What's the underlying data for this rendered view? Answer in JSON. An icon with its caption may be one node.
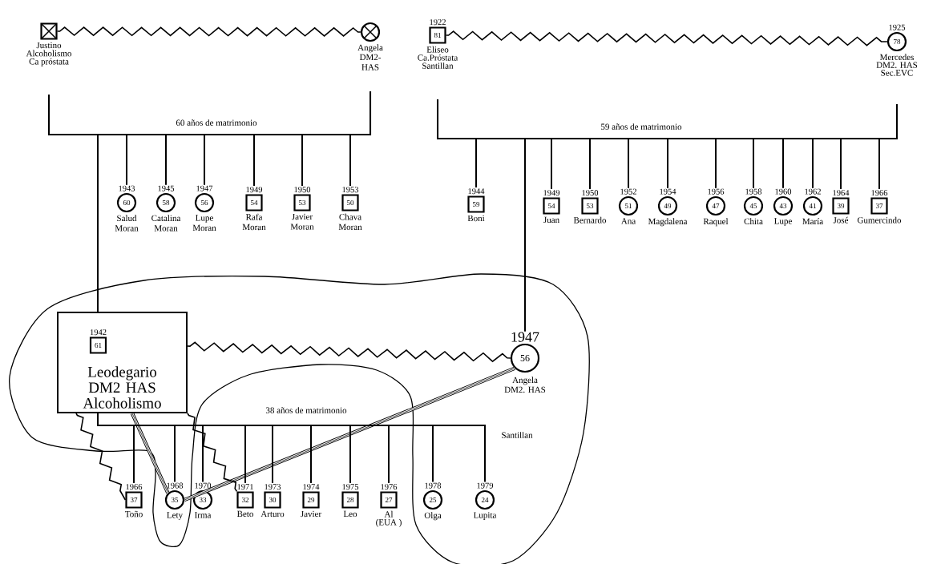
{
  "diagram": {
    "nodes": [
      {
        "text": [],
        "shape": "box",
        "beside": [
          "Justino",
          "Alcoholismo",
          "Ca próstata"
        ]
      },
      {
        "text": [],
        "shape": "circle",
        "beside": [
          "Angela",
          "DM2- HAS"
        ]
      },
      {
        "text": [
          "81"
        ],
        "beside": [
          "1922",
          "Eliseo",
          "Ca.Próstata",
          "Santillan"
        ]
      },
      {
        "text": [
          "78"
        ],
        "beside": [
          "1925",
          "Mercedes",
          "DM2. HAS",
          "Sec.EVC"
        ]
      },
      {
        "text": [
          "60"
        ],
        "beside": [
          "1943",
          "Salud Moran"
        ]
      },
      {
        "text": [
          "58"
        ],
        "beside": [
          "1945",
          "Catalina Moran"
        ]
      },
      {
        "text": [
          "56"
        ],
        "beside": [
          "1947",
          "Lupe Moran"
        ]
      },
      {
        "text": [
          "54"
        ],
        "beside": [
          "1949",
          "Rafa Moran"
        ]
      },
      {
        "text": [
          "53"
        ],
        "beside": [
          "1950",
          "Javier Moran"
        ]
      },
      {
        "text": [
          "50"
        ],
        "beside": [
          "1953",
          "Chava Moran"
        ]
      },
      {
        "text": [
          "59"
        ],
        "beside": [
          "1944",
          "Boni"
        ]
      },
      {
        "text": [
          "54"
        ],
        "beside": [
          "1949",
          "Juan"
        ]
      },
      {
        "text": [
          "53"
        ],
        "beside": [
          "1950",
          "Bernardo"
        ]
      },
      {
        "text": [
          "51"
        ],
        "beside": [
          "1952",
          "Ana"
        ]
      },
      {
        "text": [
          "49"
        ],
        "beside": [
          "1954",
          "Magdalena"
        ]
      },
      {
        "text": [
          "47"
        ],
        "beside": [
          "1956",
          "Raquel"
        ]
      },
      {
        "text": [
          "45"
        ],
        "beside": [
          "1958",
          "Chita"
        ]
      },
      {
        "text": [
          "43"
        ],
        "beside": [
          "1960",
          "Lupe"
        ]
      },
      {
        "text": [
          "41"
        ],
        "beside": [
          "1962",
          "María"
        ]
      },
      {
        "text": [
          "39"
        ],
        "beside": [
          "1964",
          "José"
        ]
      },
      {
        "text": [
          "37"
        ],
        "beside": [
          "1966",
          "Gumercindo"
        ]
      },
      {
        "text": [
          "Leodegario DM2 HAS Alcoholismo"
        ]
      },
      {
        "text": [
          "61"
        ],
        "in": 21,
        "beside": [
          "1942"
        ]
      },
      {
        "text": [
          "56"
        ],
        "beside": [
          "1947",
          "Angela",
          "DM2. HAS"
        ]
      },
      {
        "text": [
          "37"
        ],
        "beside": [
          "1966",
          "Toño"
        ]
      },
      {
        "text": [
          "35"
        ],
        "beside": [
          "1968",
          "Lety"
        ]
      },
      {
        "text": [
          "33"
        ],
        "beside": [
          "1970",
          "Irma"
        ]
      },
      {
        "text": [
          "32"
        ],
        "beside": [
          "1971",
          "Beto"
        ]
      },
      {
        "text": [
          "30"
        ],
        "beside": [
          "1973",
          "Arturo"
        ]
      },
      {
        "text": [
          "29"
        ],
        "beside": [
          "1974",
          "Javier"
        ]
      },
      {
        "text": [
          "28"
        ],
        "beside": [
          "1975",
          "Leo"
        ]
      },
      {
        "text": [
          "27"
        ],
        "beside": [
          "1976",
          "Al",
          "(EUA )"
        ]
      },
      {
        "text": [
          "25"
        ],
        "beside": [
          "1978",
          "Olga"
        ]
      },
      {
        "text": [
          "24"
        ],
        "beside": [
          "1979",
          "Lupita"
        ]
      }
    ],
    "edges": [
      {
        "from": 0,
        "to": 1,
        "arrow": "none"
      },
      {
        "from": 2,
        "to": 3,
        "arrow": "none"
      },
      {
        "from": 21,
        "to": 23,
        "arrow": "none"
      },
      {
        "from": 23,
        "to": 25,
        "arrow": "none",
        "style": "thick"
      },
      {
        "from": 21,
        "to": 25,
        "arrow": "none",
        "style": "thick"
      },
      {
        "from": 21,
        "to": 24,
        "arrow": "none"
      },
      {
        "from": 21,
        "to": 27,
        "arrow": "none"
      },
      {
        "from": 0,
        "to": 4,
        "arrow": "none"
      },
      {
        "from": 1,
        "to": 4,
        "arrow": "none"
      },
      {
        "from": 0,
        "to": 5,
        "arrow": "none"
      },
      {
        "from": 1,
        "to": 5,
        "arrow": "none"
      },
      {
        "from": 0,
        "to": 6,
        "arrow": "none"
      },
      {
        "from": 1,
        "to": 6,
        "arrow": "none"
      },
      {
        "from": 0,
        "to": 7,
        "arrow": "none"
      },
      {
        "from": 1,
        "to": 7,
        "arrow": "none"
      },
      {
        "from": 0,
        "to": 8,
        "arrow": "none"
      },
      {
        "from": 1,
        "to": 8,
        "arrow": "none"
      },
      {
        "from": 0,
        "to": 9,
        "arrow": "none"
      },
      {
        "from": 1,
        "to": 9,
        "arrow": "none"
      },
      {
        "from": 0,
        "to": 21,
        "arrow": "none"
      },
      {
        "from": 1,
        "to": 21,
        "arrow": "none"
      },
      {
        "from": 2,
        "to": 10,
        "arrow": "none"
      },
      {
        "from": 3,
        "to": 10,
        "arrow": "none"
      },
      {
        "from": 2,
        "to": 23,
        "arrow": "none"
      },
      {
        "from": 3,
        "to": 23,
        "arrow": "none"
      },
      {
        "from": 2,
        "to": 11,
        "arrow": "none"
      },
      {
        "from": 3,
        "to": 11,
        "arrow": "none"
      },
      {
        "from": 2,
        "to": 12,
        "arrow": "none"
      },
      {
        "from": 3,
        "to": 12,
        "arrow": "none"
      },
      {
        "from": 2,
        "to": 13,
        "arrow": "none"
      },
      {
        "from": 3,
        "to": 13,
        "arrow": "none"
      },
      {
        "from": 2,
        "to": 14,
        "arrow": "none"
      },
      {
        "from": 3,
        "to": 14,
        "arrow": "none"
      },
      {
        "from": 2,
        "to": 15,
        "arrow": "none"
      },
      {
        "from": 3,
        "to": 15,
        "arrow": "none"
      },
      {
        "from": 2,
        "to": 16,
        "arrow": "none"
      },
      {
        "from": 3,
        "to": 16,
        "arrow": "none"
      },
      {
        "from": 2,
        "to": 17,
        "arrow": "none"
      },
      {
        "from": 3,
        "to": 17,
        "arrow": "none"
      },
      {
        "from": 2,
        "to": 18,
        "arrow": "none"
      },
      {
        "from": 3,
        "to": 18,
        "arrow": "none"
      },
      {
        "from": 2,
        "to": 19,
        "arrow": "none"
      },
      {
        "from": 3,
        "to": 19,
        "arrow": "none"
      },
      {
        "from": 2,
        "to": 20,
        "arrow": "none"
      },
      {
        "from": 3,
        "to": 20,
        "arrow": "none"
      },
      {
        "from": 21,
        "to": 24,
        "arrow": "none"
      },
      {
        "from": 21,
        "to": 25,
        "arrow": "none"
      },
      {
        "from": 21,
        "to": 26,
        "arrow": "none"
      },
      {
        "from": 21,
        "to": 27,
        "arrow": "none"
      },
      {
        "from": 21,
        "to": 28,
        "arrow": "none"
      },
      {
        "from": 21,
        "to": 29,
        "arrow": "none"
      },
      {
        "from": 21,
        "to": 30,
        "arrow": "none"
      },
      {
        "from": 21,
        "to": 31,
        "arrow": "none"
      },
      {
        "from": 21,
        "to": 32,
        "arrow": "none"
      },
      {
        "from": 21,
        "to": 33,
        "arrow": "none"
      }
    ],
    "labels": [
      "60 años de matrimonio",
      "59 años de matrimonio",
      "38 años de matrimonio",
      "Santillan"
    ]
  }
}
